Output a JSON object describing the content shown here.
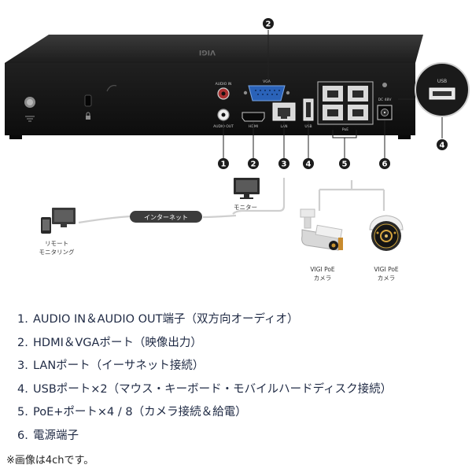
{
  "device": {
    "panel_labels": {
      "audio_in": "AUDIO IN",
      "audio_out": "AUDIO OUT",
      "vga": "VGA",
      "hdmi": "HDMI",
      "lan": "LAN",
      "usb": "USB",
      "poe": "PoE",
      "power": "DC 48V"
    },
    "top_brand": "VIGI"
  },
  "callouts": [
    "1",
    "2",
    "3",
    "4",
    "5",
    "6"
  ],
  "zoom_callout": {
    "label": "USB",
    "number": "4"
  },
  "monitor_label": "モニター",
  "internet_label": "インターネット",
  "remote_label": [
    "リモート",
    "モニタリング"
  ],
  "cameras": [
    {
      "label": [
        "VIGI PoE",
        "カメラ"
      ]
    },
    {
      "label": [
        "VIGI PoE",
        "カメラ"
      ]
    }
  ],
  "legend": [
    {
      "num": "1.",
      "text": "AUDIO IN＆AUDIO OUT端子（双方向オーディオ）"
    },
    {
      "num": "2.",
      "text": "HDMI＆VGAポート（映像出力）"
    },
    {
      "num": "3.",
      "text": "LANポート（イーサネット接続）"
    },
    {
      "num": "4.",
      "text": "USBポート×2（マウス・キーボード・モバイルハードディスク接続）"
    },
    {
      "num": "5.",
      "text": "PoE+ポート×4 / 8（カメラ接続＆給電）"
    },
    {
      "num": "6.",
      "text": "電源端子"
    }
  ],
  "footnote": "※画像は4chです。",
  "colors": {
    "callout": "#1c1c1c",
    "device": "#141414",
    "legend_text": "#1f2a44"
  }
}
